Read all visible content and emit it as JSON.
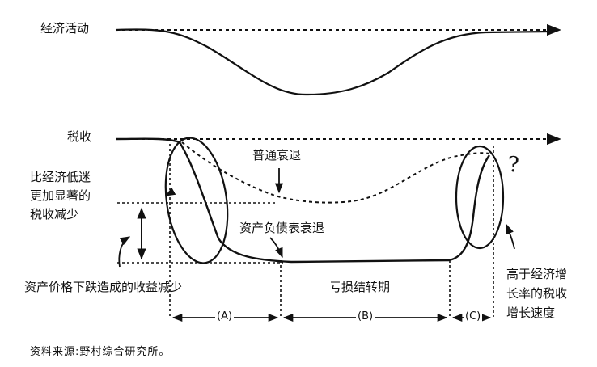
{
  "labels": {
    "economic_activity": "经济活动",
    "tax_revenue": "税收",
    "normal_recession": "普通衰退",
    "left_note": [
      "比经济低迷",
      "更加显著的",
      "税收减少"
    ],
    "balance_sheet_recession": "资产负债表衰退",
    "asset_price_note": "资产价格下跌造成的收益减少",
    "loss_carryforward": "亏损结转期",
    "right_note": [
      "高于经济增",
      "长率的税收",
      "增长速度"
    ],
    "question_mark": "?",
    "segments": [
      "(A)",
      "(B)",
      "(C)"
    ],
    "source": "资料来源:野村综合研究所。"
  }
}
